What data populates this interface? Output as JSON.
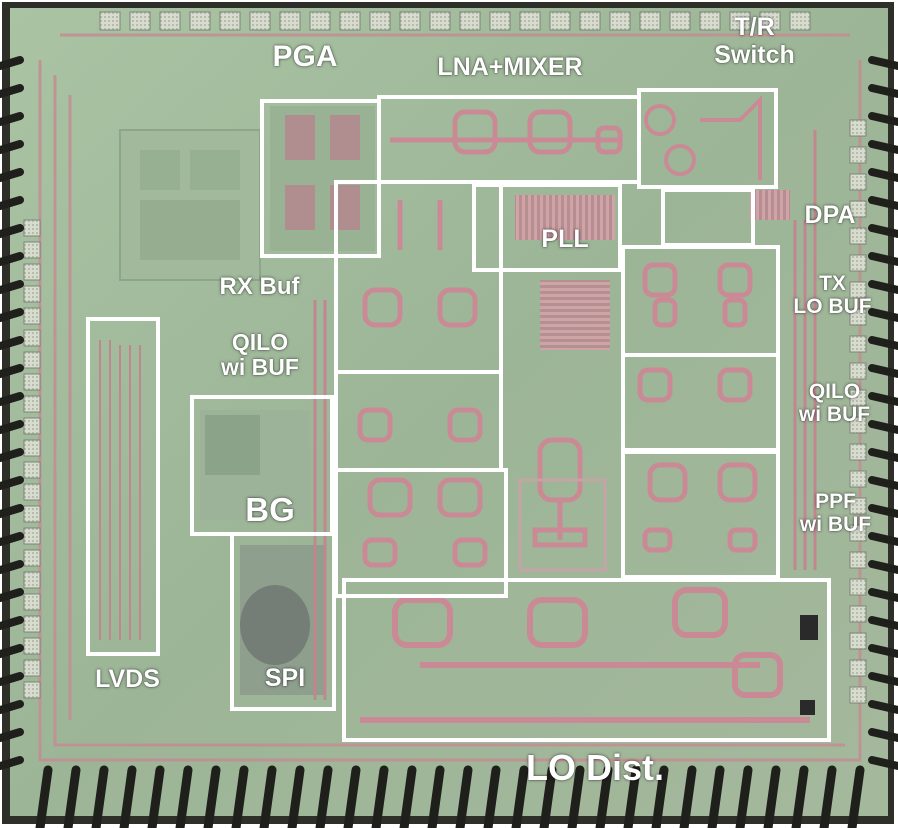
{
  "labels": {
    "pga": "PGA",
    "lna_mixer": "LNA+MIXER",
    "tr_switch": "T/R\nSwitch",
    "dpa": "DPA",
    "pll": "PLL",
    "rx_buf": "RX Buf",
    "tx_lo_buf": "TX\nLO BUF",
    "qilo_left": "QILO\nwi BUF",
    "qilo_right": "QILO\nwi BUF",
    "bg": "BG",
    "ppf": "PPF\nwi BUF",
    "lvds": "LVDS",
    "spi": "SPI",
    "lo_dist": "LO Dist."
  },
  "colors": {
    "die_background": "#9fb89a",
    "package_frame": "#2b2b28",
    "metal_routing": "#c98a95",
    "block_outline": "#ffffff",
    "label_text": "#ffffff"
  }
}
